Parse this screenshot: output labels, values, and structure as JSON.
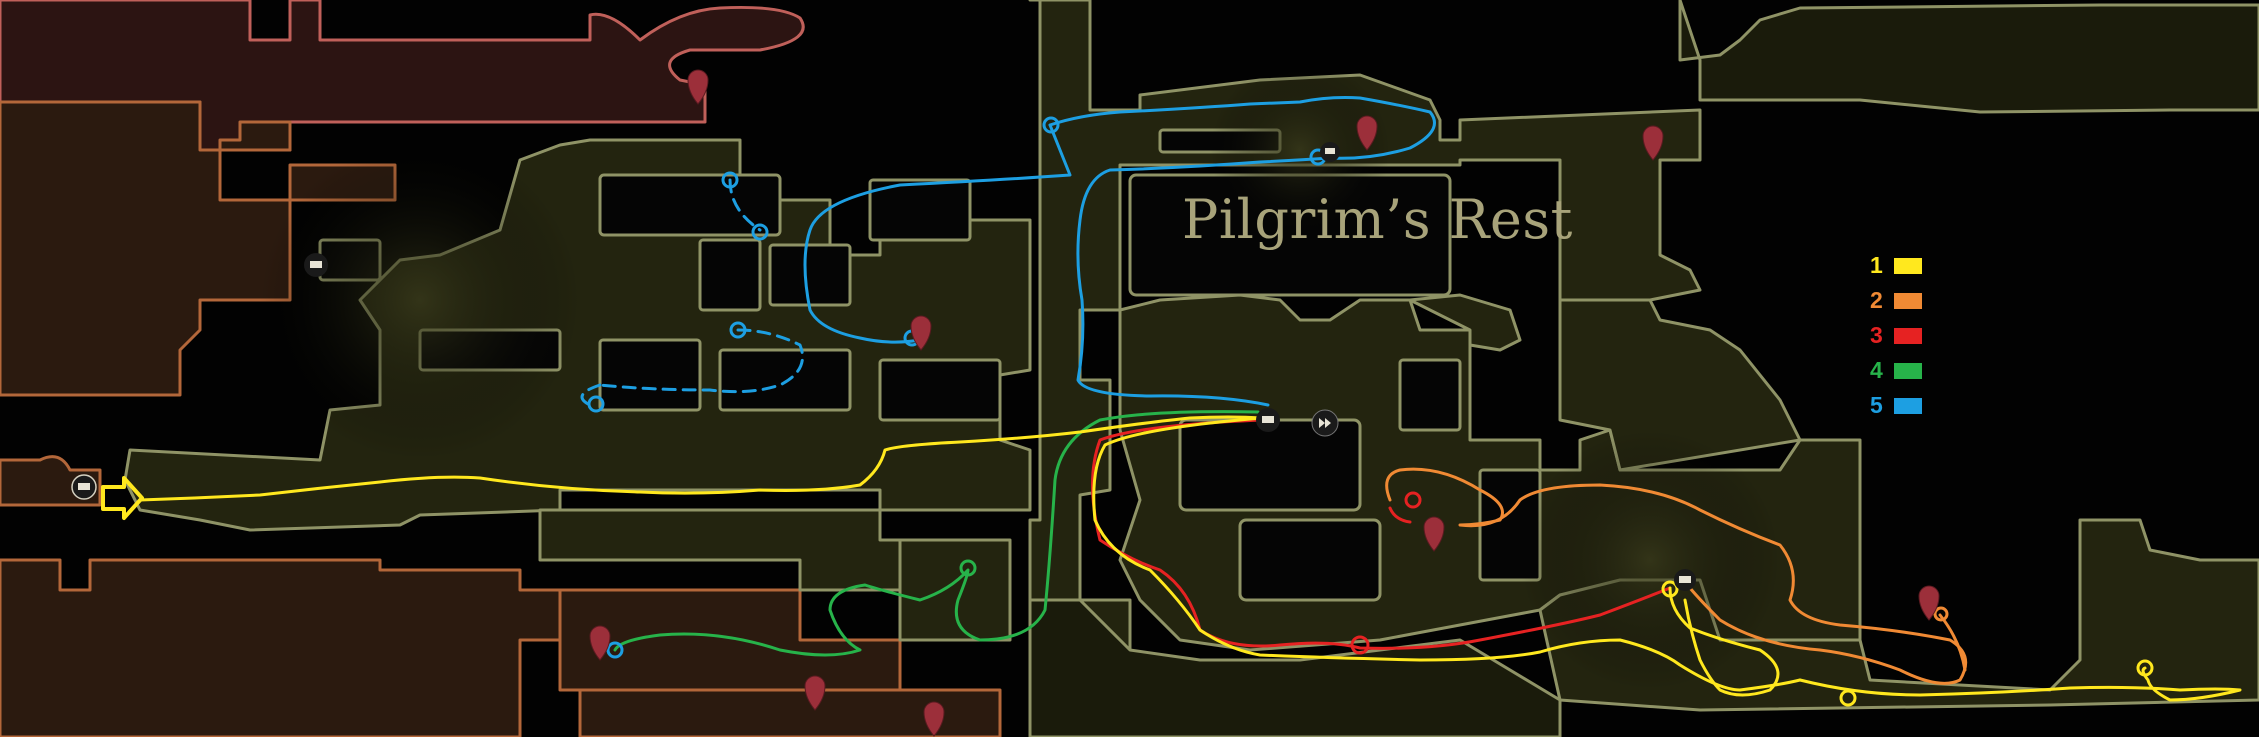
{
  "area": {
    "name": "Pilgrim's Rest",
    "title": "Pilgrim’s Rest"
  },
  "colors": {
    "background": "#020202",
    "room_fill": "#23240f",
    "room_outline": "#8f9366",
    "west_fill": "#2b1a0f",
    "west_outline": "#b3673a",
    "north_fill": "#2c1412",
    "north_outline": "#c0605a",
    "pin": "#9c2f3a"
  },
  "legend": [
    {
      "number": "1",
      "color": "#ffe81e"
    },
    {
      "number": "2",
      "color": "#f08a34"
    },
    {
      "number": "3",
      "color": "#e62222"
    },
    {
      "number": "4",
      "color": "#27b34a"
    },
    {
      "number": "5",
      "color": "#1d9fe2"
    }
  ],
  "routes": [
    {
      "number": "1",
      "color": "#ffe81e",
      "style": "solid"
    },
    {
      "number": "2",
      "color": "#f08a34",
      "style": "solid"
    },
    {
      "number": "3",
      "color": "#e62222",
      "style": "solid"
    },
    {
      "number": "4",
      "color": "#27b34a",
      "style": "solid"
    },
    {
      "number": "5",
      "color": "#1d9fe2",
      "style": "solid and dashed"
    }
  ],
  "markers": {
    "entry_arrow": "entry-arrow-icon",
    "bench": "bench-icon",
    "fast_travel": "fast-travel-icon",
    "map_pin": "map-pin-icon",
    "route_waypoint": "route-waypoint-icon"
  }
}
